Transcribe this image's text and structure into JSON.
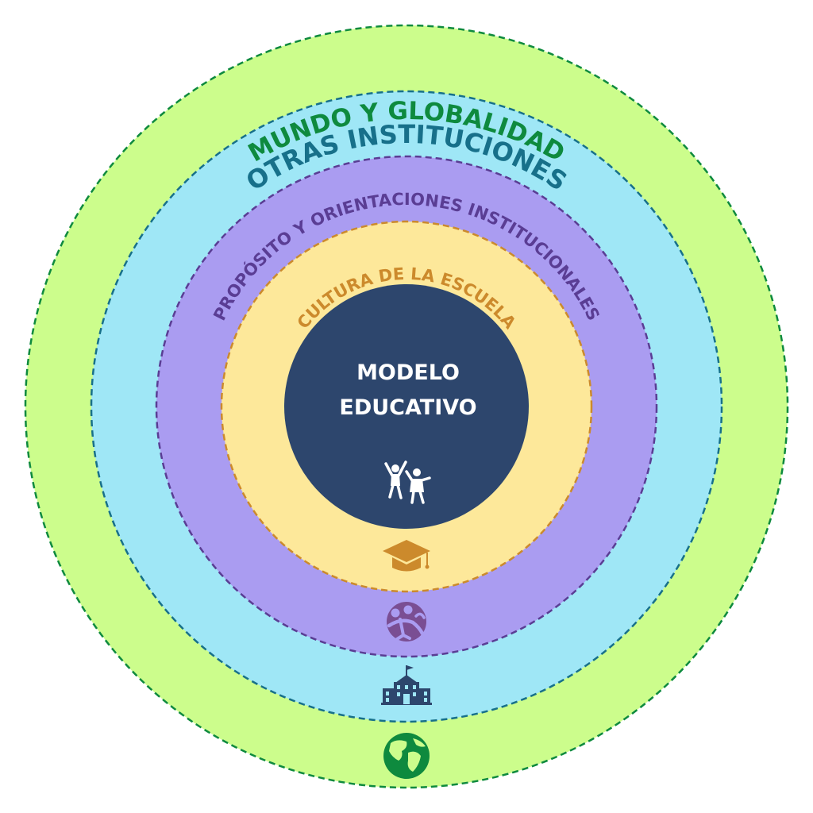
{
  "diagram": {
    "rings": [
      {
        "id": "mundo",
        "label": "MUNDO Y GLOBALIDAD",
        "fill": "#ccfd8c",
        "stroke": "#0e8a3e",
        "text_color": "#0e8a3e",
        "icon": "globe-icon"
      },
      {
        "id": "otras",
        "label": "OTRAS INSTITUCIONES",
        "fill": "#9fe7f6",
        "stroke": "#17708a",
        "text_color": "#17708a",
        "icon": "school-building-icon"
      },
      {
        "id": "proposito",
        "label": "PROPÓSITO Y ORIENTACIONES INSTITUCIONALES",
        "fill": "#aa9cf1",
        "stroke": "#5a3d94",
        "text_color": "#5a3d94",
        "icon": "people-community-icon"
      },
      {
        "id": "cultura",
        "label": "CULTURA DE LA ESCUELA",
        "fill": "#fde89a",
        "stroke": "#cc8a2c",
        "text_color": "#cc8a2c",
        "icon": "graduation-cap-icon"
      }
    ],
    "center": {
      "line1": "MODELO",
      "line2": "EDUCATIVO",
      "fill": "#2d466d",
      "text_color": "#ffffff",
      "icon": "jumping-students-icon"
    }
  }
}
